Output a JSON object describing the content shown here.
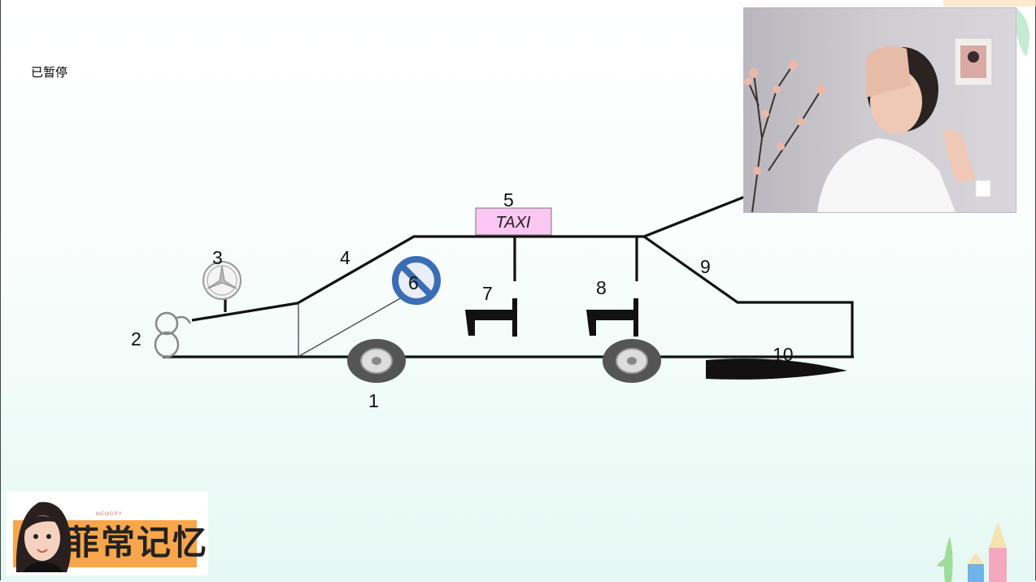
{
  "status": {
    "paused_label": "已暂停"
  },
  "diagram": {
    "labels": [
      "1",
      "2",
      "3",
      "4",
      "5",
      "6",
      "7",
      "8",
      "9",
      "10"
    ],
    "taxi_sign": "TAXI"
  },
  "logo": {
    "text": "菲常记忆",
    "memory_word": "MEMORY"
  },
  "colors": {
    "taxi_sign": "#f9c7f2",
    "logo_accent": "#f7a64b",
    "no_sign": "#3a6db5"
  }
}
